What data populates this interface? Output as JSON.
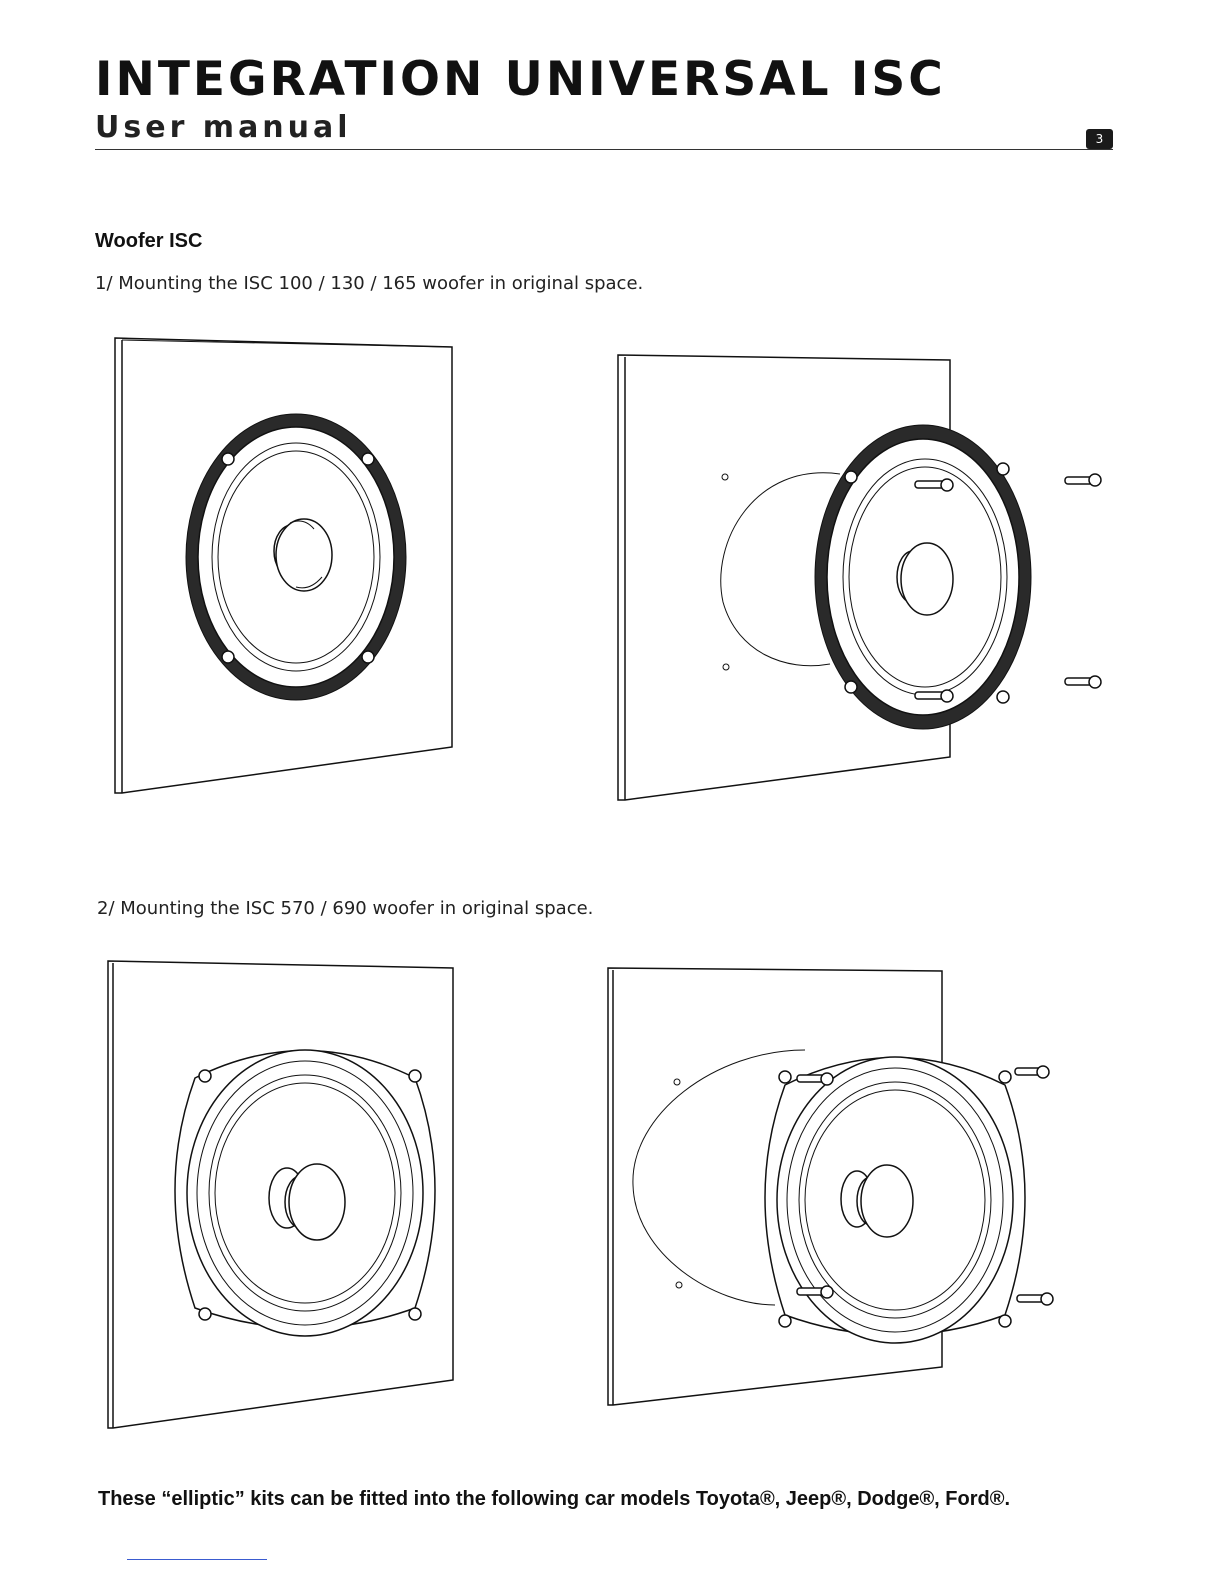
{
  "header": {
    "title": "INTEGRATION UNIVERSAL ISC",
    "subtitle": "User manual",
    "page_number": "3"
  },
  "section": {
    "heading": "Woofer ISC",
    "steps": [
      {
        "label": "1/ Mounting the ISC 100 / 130 / 165 woofer in original space."
      },
      {
        "label": "2/ Mounting the ISC 570 / 690 woofer in original space."
      }
    ]
  },
  "footer": {
    "note": "These “elliptic” kits can be fitted into the following car models Toyota®, Jeep®, Dodge®, Ford®."
  },
  "figures": [
    {
      "name": "round-woofer-mounted",
      "icon": "round-speaker-installed"
    },
    {
      "name": "round-woofer-exploded",
      "icon": "round-speaker-exploded-with-screws"
    },
    {
      "name": "elliptic-woofer-mounted",
      "icon": "oval-speaker-installed"
    },
    {
      "name": "elliptic-woofer-exploded",
      "icon": "oval-speaker-exploded-with-screws"
    }
  ]
}
